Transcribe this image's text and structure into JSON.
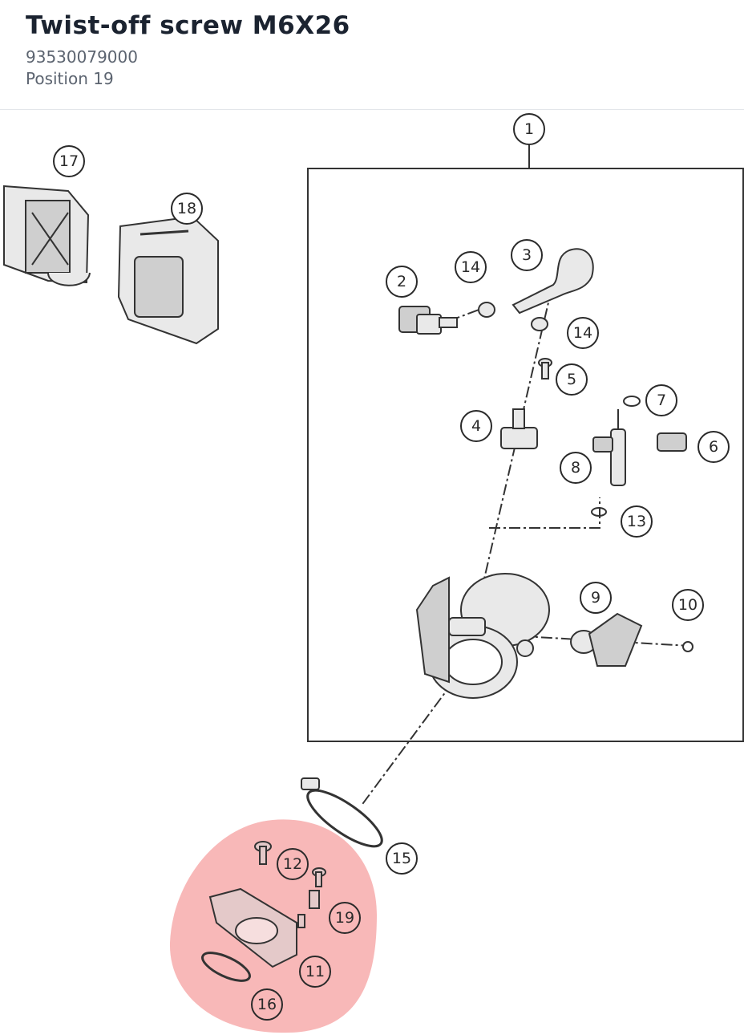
{
  "header": {
    "title": "Twist-off screw M6X26",
    "part_number": "93530079000",
    "position": "Position 19"
  },
  "diagram": {
    "highlight_color": "#f5a0a0",
    "callouts": [
      "1",
      "2",
      "3",
      "4",
      "5",
      "6",
      "7",
      "8",
      "9",
      "10",
      "11",
      "12",
      "13",
      "14",
      "14",
      "15",
      "16",
      "17",
      "18",
      "19"
    ]
  }
}
